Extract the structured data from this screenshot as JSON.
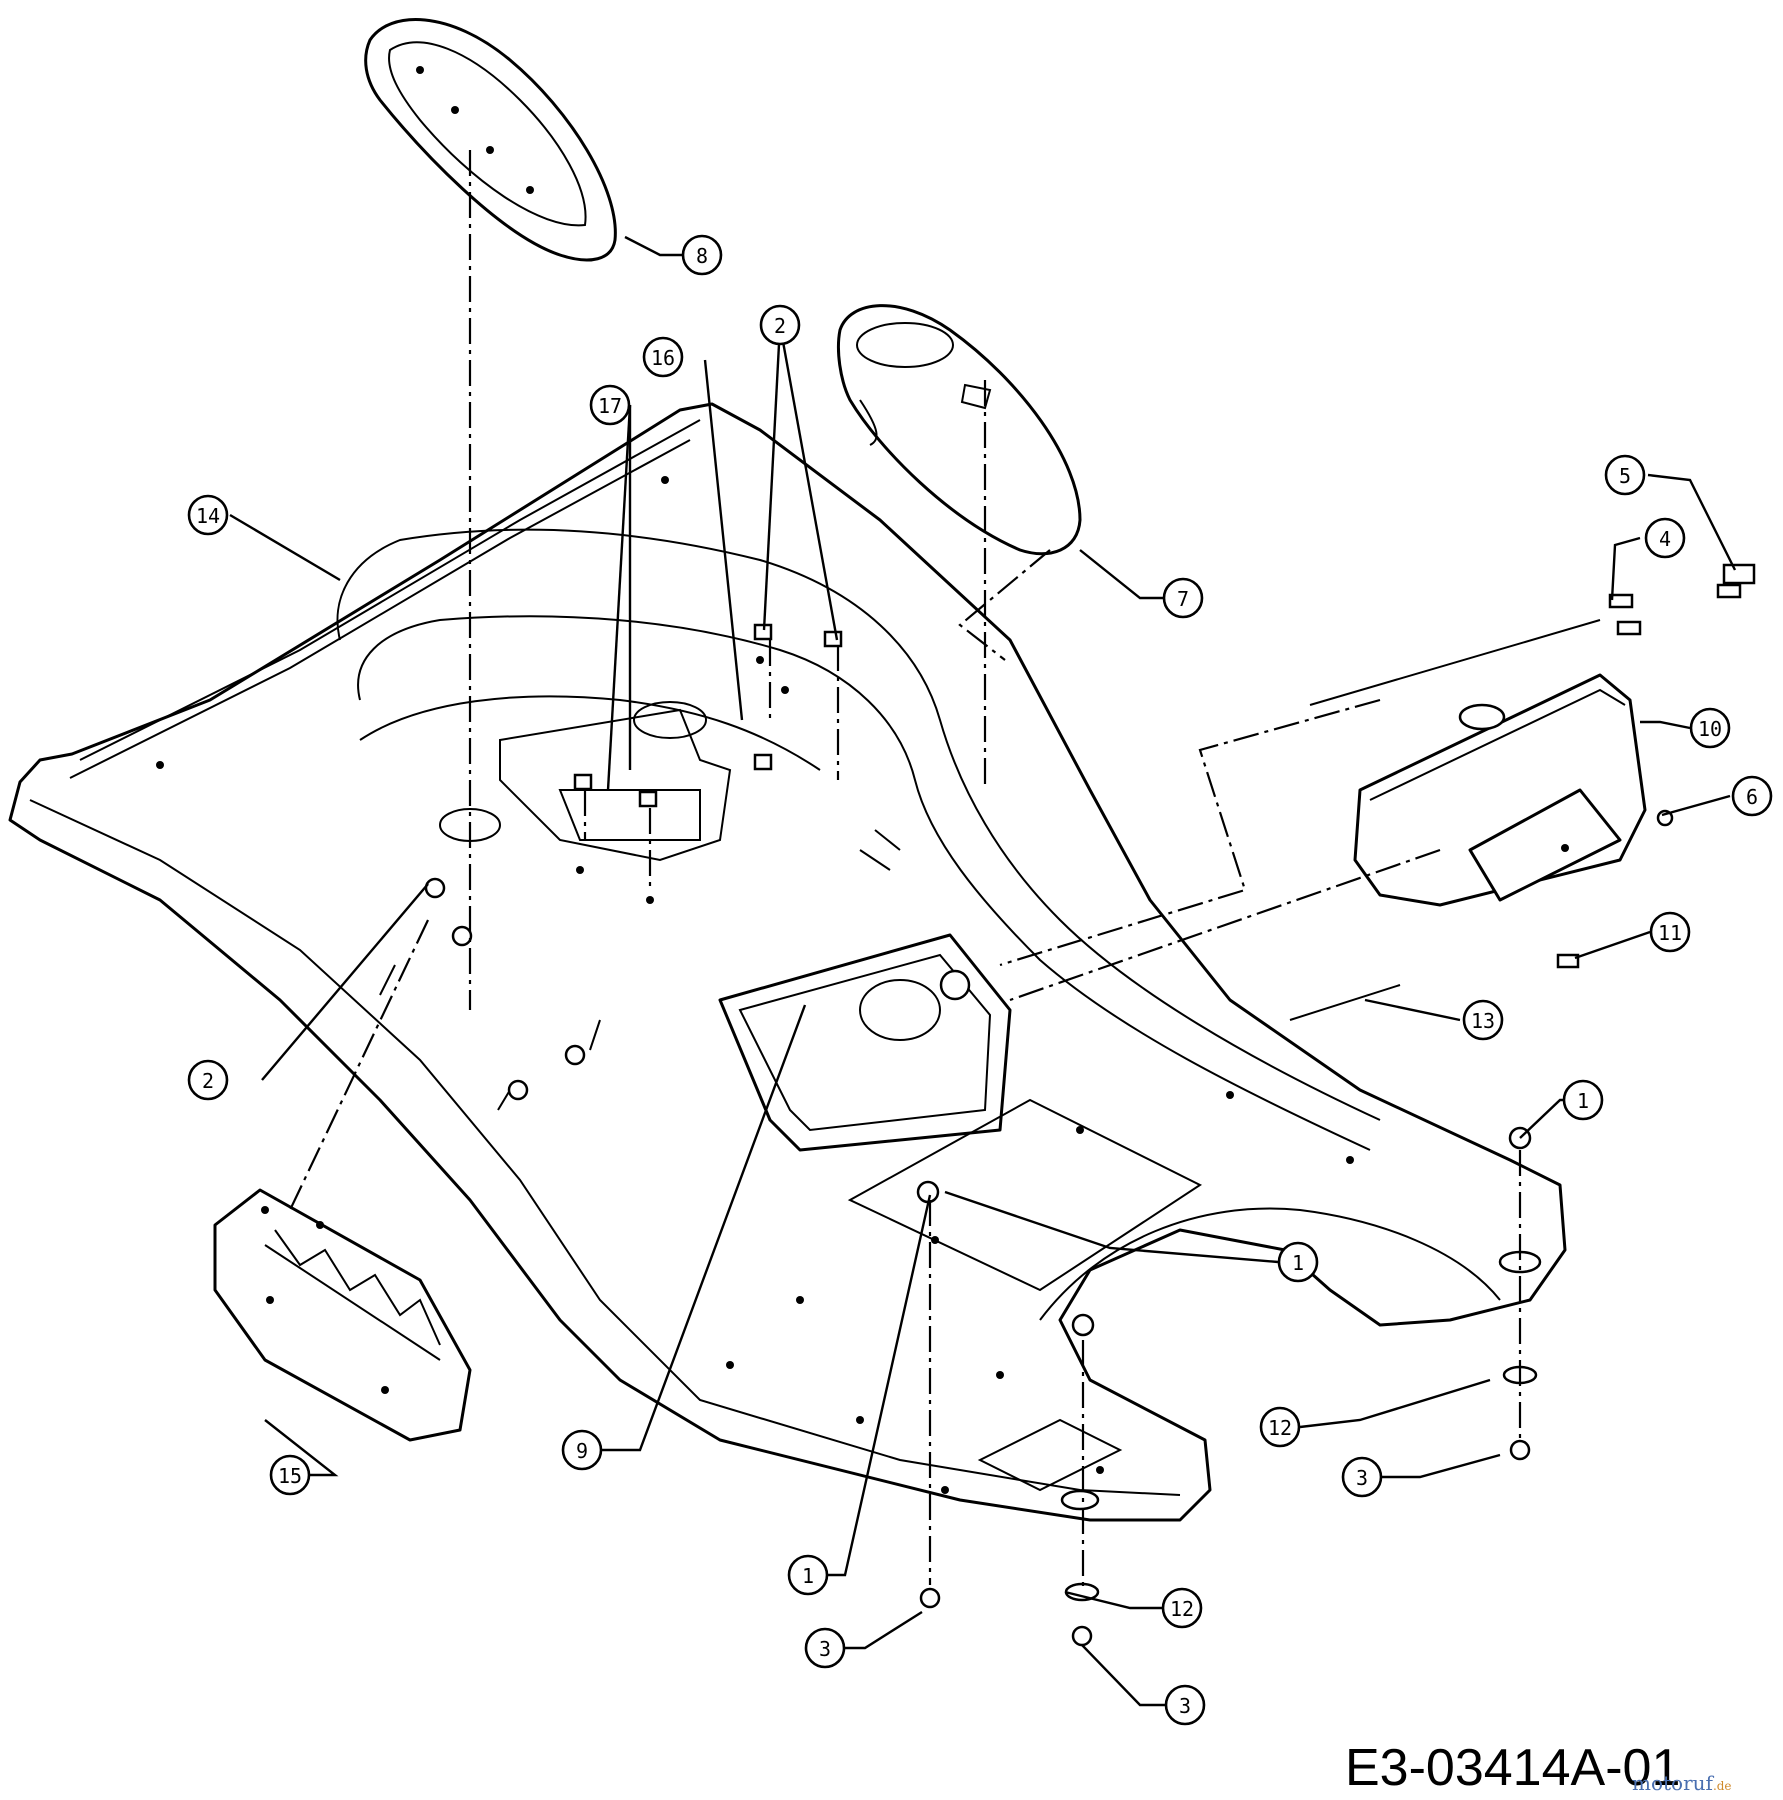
{
  "diagram": {
    "code": "E3-03414A-01",
    "brand": {
      "main": "motoruf",
      "suffix": ".de",
      "color_main": "#4a6fb0",
      "color_accent": "#d08a2c"
    },
    "callouts": [
      "8",
      "2",
      "16",
      "17",
      "14",
      "7",
      "5",
      "4",
      "10",
      "6",
      "11",
      "13",
      "2",
      "1",
      "1",
      "12",
      "3",
      "9",
      "15",
      "1",
      "3",
      "12",
      "3"
    ]
  }
}
